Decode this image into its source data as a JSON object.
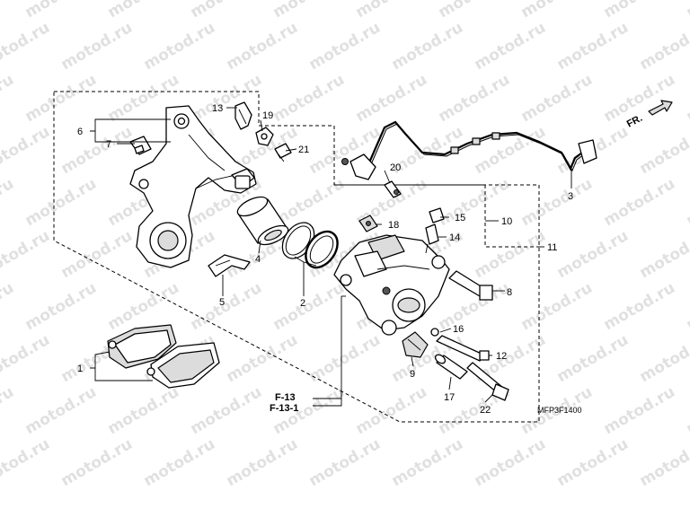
{
  "watermark": "motod.ru",
  "direction_marker": "FR.",
  "diagram_code": "MFP3F1400",
  "page_references": [
    "F-13",
    "F-13-1"
  ],
  "callouts": [
    {
      "id": "c1",
      "label": "1"
    },
    {
      "id": "c2",
      "label": "2"
    },
    {
      "id": "c3",
      "label": "3"
    },
    {
      "id": "c4",
      "label": "4"
    },
    {
      "id": "c5",
      "label": "5"
    },
    {
      "id": "c6",
      "label": "6"
    },
    {
      "id": "c7",
      "label": "7"
    },
    {
      "id": "c8",
      "label": "8"
    },
    {
      "id": "c9",
      "label": "9"
    },
    {
      "id": "c10",
      "label": "10"
    },
    {
      "id": "c11",
      "label": "11"
    },
    {
      "id": "c12",
      "label": "12"
    },
    {
      "id": "c13",
      "label": "13"
    },
    {
      "id": "c14",
      "label": "14"
    },
    {
      "id": "c15",
      "label": "15"
    },
    {
      "id": "c16",
      "label": "16"
    },
    {
      "id": "c17",
      "label": "17"
    },
    {
      "id": "c18",
      "label": "18"
    },
    {
      "id": "c19",
      "label": "19"
    },
    {
      "id": "c20",
      "label": "20"
    },
    {
      "id": "c21",
      "label": "21"
    },
    {
      "id": "c22",
      "label": "22"
    }
  ],
  "colors": {
    "ink": "#000000",
    "paper": "#ffffff",
    "shade": "#dcdcdc"
  }
}
